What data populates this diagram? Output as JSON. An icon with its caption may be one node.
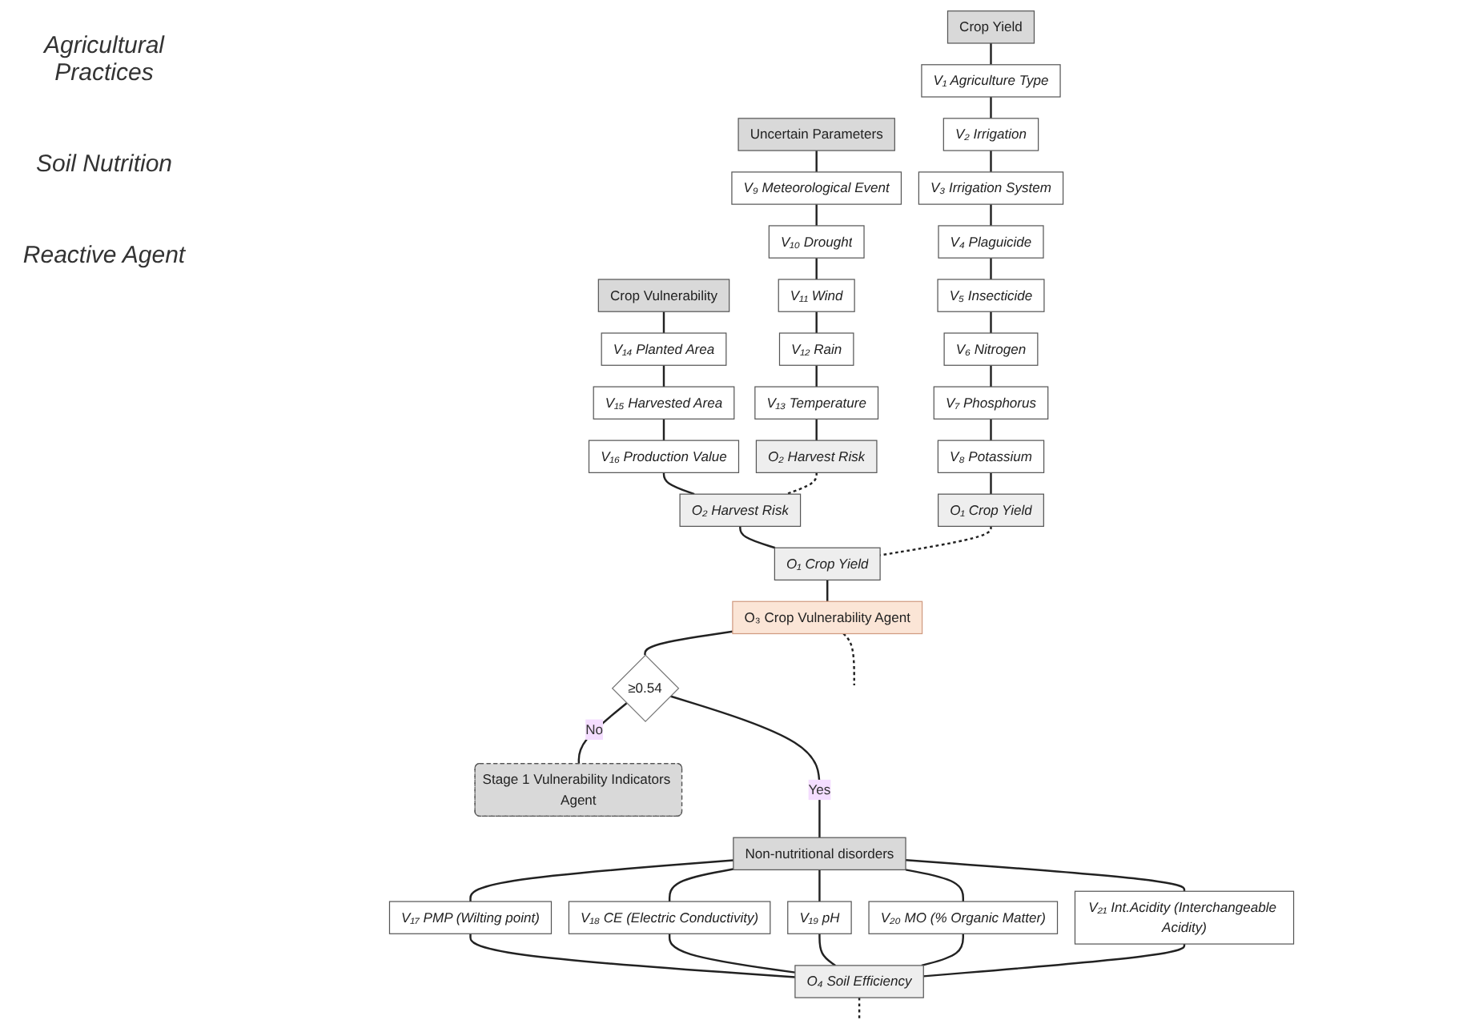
{
  "diagram": {
    "nodes": [
      {
        "text": [
          "Crop Yield"
        ]
      },
      {
        "text": [
          "V₁ Agriculture Type"
        ]
      },
      {
        "text": [
          "V₂ Irrigation"
        ]
      },
      {
        "text": [
          "V₃ Irrigation System"
        ]
      },
      {
        "text": [
          "V₄ Plaguicide"
        ]
      },
      {
        "text": [
          "V₅ Insecticide"
        ]
      },
      {
        "text": [
          "V₆ Nitrogen"
        ]
      },
      {
        "text": [
          "V₇ Phosphorus"
        ]
      },
      {
        "text": [
          "V₈ Potassium"
        ]
      },
      {
        "text": [
          "O₁ Crop Yield"
        ]
      },
      {
        "text": [
          "Uncertain Parameters"
        ]
      },
      {
        "text": [
          "V₉ Meteorological Event"
        ]
      },
      {
        "text": [
          "V₁₀ Drought"
        ]
      },
      {
        "text": [
          "V₁₁ Wind"
        ]
      },
      {
        "text": [
          "V₁₂ Rain"
        ]
      },
      {
        "text": [
          "V₁₃ Temperature"
        ]
      },
      {
        "text": [
          "O₂ Harvest Risk"
        ]
      },
      {
        "text": [
          "Crop Vulnerability"
        ]
      },
      {
        "text": [
          "V₁₄ Planted Area"
        ]
      },
      {
        "text": [
          "V₁₅ Harvested Area"
        ]
      },
      {
        "text": [
          "V₁₆ Production Value"
        ]
      },
      {
        "text": [
          "O₂ Harvest Risk"
        ]
      },
      {
        "text": [
          "O₁ Crop Yield"
        ]
      },
      {
        "text": [
          "O₃ Crop Vulnerability Agent"
        ]
      },
      {
        "text": [
          "≥0.54"
        ]
      },
      {
        "text": [
          "Stage 1 Vulnerability Indicators Agent"
        ]
      },
      {
        "text": [
          "Non-nutritional disorders"
        ]
      },
      {
        "text": [
          "V₁₇ PMP (Wilting point)"
        ]
      },
      {
        "text": [
          "V₁₈ CE (Electric Conductivity)"
        ]
      },
      {
        "text": [
          "V₁₉ pH"
        ]
      },
      {
        "text": [
          "V₂₀ MO (% Organic Matter)"
        ]
      },
      {
        "text": [
          "V₂₁ Int.Acidity (Interchangeable Acidity)"
        ]
      },
      {
        "text": [
          "O₄ Soil Efficiency"
        ]
      }
    ],
    "edges": [
      {
        "from": 0,
        "to": 1,
        "arrow": "none"
      },
      {
        "from": 1,
        "to": 2,
        "arrow": "none"
      },
      {
        "from": 2,
        "to": 3,
        "arrow": "none"
      },
      {
        "from": 3,
        "to": 4,
        "arrow": "none"
      },
      {
        "from": 4,
        "to": 5,
        "arrow": "none"
      },
      {
        "from": 5,
        "to": 6,
        "arrow": "none"
      },
      {
        "from": 6,
        "to": 7,
        "arrow": "none"
      },
      {
        "from": 7,
        "to": 8,
        "arrow": "none"
      },
      {
        "from": 8,
        "to": 9,
        "arrow": "none"
      },
      {
        "from": 10,
        "to": 11,
        "arrow": "none"
      },
      {
        "from": 11,
        "to": 12,
        "arrow": "none"
      },
      {
        "from": 12,
        "to": 13,
        "arrow": "none"
      },
      {
        "from": 13,
        "to": 14,
        "arrow": "none"
      },
      {
        "from": 14,
        "to": 15,
        "arrow": "none"
      },
      {
        "from": 15,
        "to": 16,
        "arrow": "none"
      },
      {
        "from": 17,
        "to": 18,
        "arrow": "none"
      },
      {
        "from": 18,
        "to": 19,
        "arrow": "none"
      },
      {
        "from": 19,
        "to": 20,
        "arrow": "none"
      },
      {
        "from": 20,
        "to": 21,
        "arrow": "none"
      },
      {
        "from": 21,
        "to": 22,
        "arrow": "none"
      },
      {
        "from": 22,
        "to": 23,
        "arrow": "none"
      },
      {
        "from": 9,
        "to": 22,
        "arrow": "none",
        "style": "dashed"
      },
      {
        "from": 16,
        "to": 21,
        "arrow": "none",
        "style": "dashed"
      },
      {
        "from": 23,
        "to": null,
        "arrow": "none",
        "style": "dashed"
      },
      {
        "from": 23,
        "to": 24,
        "arrow": "none"
      },
      {
        "from": 24,
        "to": 26,
        "label": "Yes",
        "arrow": "none"
      },
      {
        "from": 24,
        "to": 25,
        "label": "No",
        "arrow": "none"
      },
      {
        "from": 26,
        "to": 27,
        "arrow": "none"
      },
      {
        "from": 26,
        "to": 28,
        "arrow": "none"
      },
      {
        "from": 26,
        "to": 29,
        "arrow": "none"
      },
      {
        "from": 26,
        "to": 30,
        "arrow": "none"
      },
      {
        "from": 26,
        "to": 31,
        "arrow": "none"
      },
      {
        "from": 27,
        "to": 32,
        "arrow": "none"
      },
      {
        "from": 28,
        "to": 32,
        "arrow": "none"
      },
      {
        "from": 29,
        "to": 32,
        "arrow": "none"
      },
      {
        "from": 30,
        "to": 32,
        "arrow": "none"
      },
      {
        "from": 31,
        "to": 32,
        "arrow": "none"
      },
      {
        "from": 32,
        "to": null,
        "arrow": "none",
        "style": "dashed"
      }
    ],
    "labels": [
      "Agricultural Practices",
      "Soil Nutrition",
      "Reactive Agent"
    ]
  }
}
